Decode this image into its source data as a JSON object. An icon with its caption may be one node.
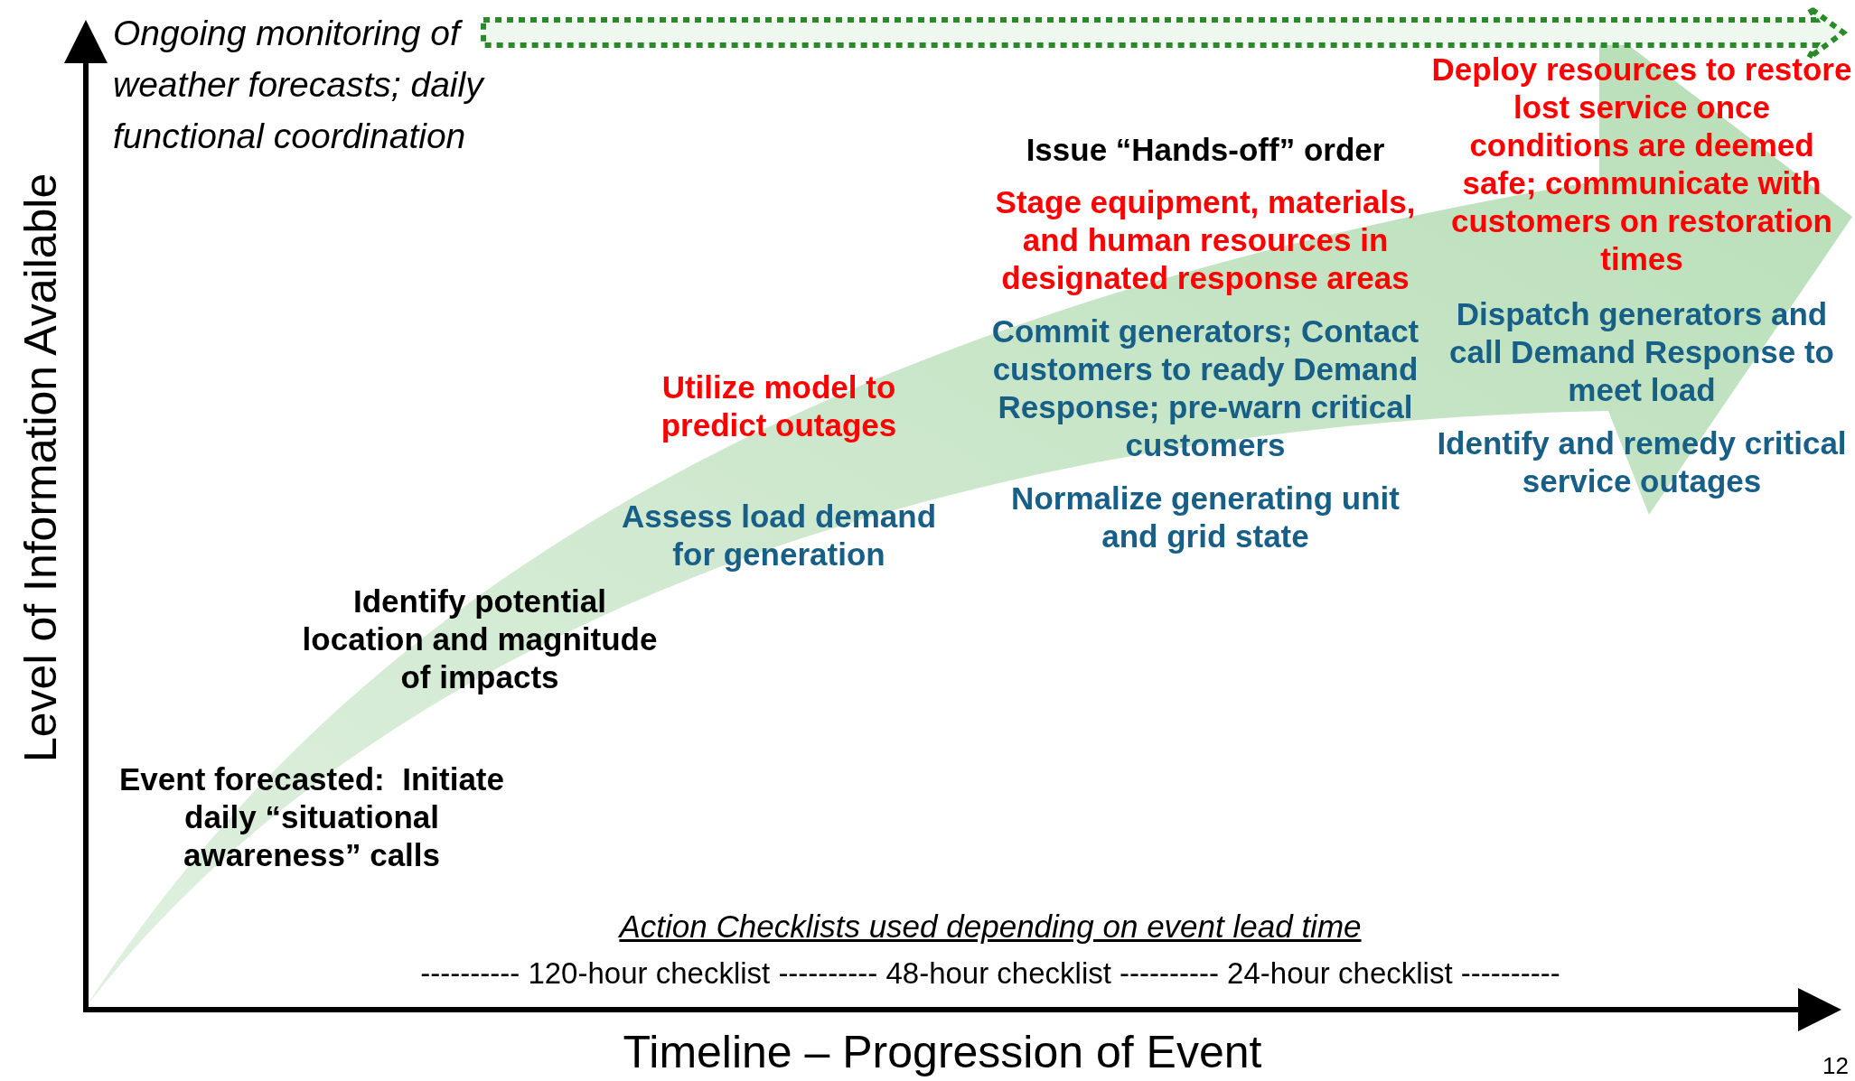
{
  "diagram": {
    "labels": [
      "Ongoing monitoring of weather forecasts; daily functional coordination",
      "Deploy resources to restore lost service once conditions are deemed safe; communicate with customers on restoration times",
      "Issue “Hands-off” order",
      "Stage equipment, materials, and human resources in designated response areas",
      "Dispatch generators and call Demand Response to meet load",
      "Commit generators; Contact customers to ready Demand Response; pre-warn critical customers",
      "Utilize model to predict outages",
      "Identify and remedy critical service outages",
      "Normalize generating unit and grid state",
      "Assess load demand for generation",
      "Identify potential location and magnitude of impacts",
      "Event forecasted:  Initiate daily “situational awareness” calls",
      "Action Checklists used depending on event lead time",
      "---------- 120-hour checklist ---------- 48-hour checklist ---------- 24-hour checklist ----------",
      "Timeline – Progression of Event",
      "Level of Information Available",
      "12"
    ]
  }
}
